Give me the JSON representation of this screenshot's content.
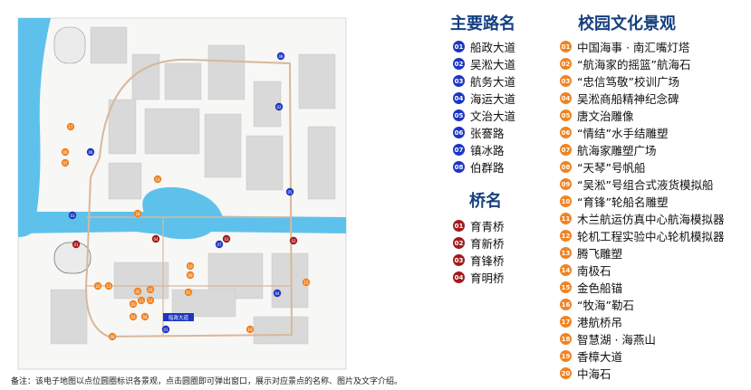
{
  "colors": {
    "water": "#5ec1ec",
    "road_circle": "#1c35c4",
    "bridge_circle": "#a01b1b",
    "spot_circle": "#f08323",
    "ring_road": "#d8b89a",
    "title_blue": "#17407f"
  },
  "roads": {
    "title": "主要路名",
    "items": [
      {
        "num": "01",
        "label": "船政大道"
      },
      {
        "num": "02",
        "label": "吴淞大道"
      },
      {
        "num": "03",
        "label": "航务大道"
      },
      {
        "num": "04",
        "label": "海运大道"
      },
      {
        "num": "05",
        "label": "文治大道"
      },
      {
        "num": "06",
        "label": "张謇路"
      },
      {
        "num": "07",
        "label": "镇冰路"
      },
      {
        "num": "08",
        "label": "伯群路"
      }
    ]
  },
  "bridges": {
    "title": "桥名",
    "items": [
      {
        "num": "01",
        "label": "育青桥"
      },
      {
        "num": "02",
        "label": "育新桥"
      },
      {
        "num": "03",
        "label": "育锋桥"
      },
      {
        "num": "04",
        "label": "育明桥"
      }
    ]
  },
  "landscapes": {
    "title": "校园文化景观",
    "items": [
      {
        "num": "01",
        "label": "中国海事 · 南汇嘴灯塔"
      },
      {
        "num": "02",
        "label": "“航海家的摇篮”航海石"
      },
      {
        "num": "03",
        "label": "“忠信笃敬”校训广场"
      },
      {
        "num": "04",
        "label": "吴淞商船精神纪念碑"
      },
      {
        "num": "05",
        "label": "唐文治雕像"
      },
      {
        "num": "06",
        "label": "“情结”水手结雕塑"
      },
      {
        "num": "07",
        "label": "航海家雕塑广场"
      },
      {
        "num": "08",
        "label": "“天琴”号帆船"
      },
      {
        "num": "09",
        "label": "“吴淞”号组合式液货模拟船"
      },
      {
        "num": "10",
        "label": "“育锋”轮船名雕塑"
      },
      {
        "num": "11",
        "label": "木兰航运仿真中心航海模拟器"
      },
      {
        "num": "12",
        "label": "轮机工程实验中心轮机模拟器"
      },
      {
        "num": "13",
        "label": "腾飞雕塑"
      },
      {
        "num": "14",
        "label": "南极石"
      },
      {
        "num": "15",
        "label": "金色船锚"
      },
      {
        "num": "16",
        "label": "“牧海”勒石"
      },
      {
        "num": "17",
        "label": "港航桥吊"
      },
      {
        "num": "18",
        "label": "智慧湖 · 海燕山"
      },
      {
        "num": "19",
        "label": "香樟大道"
      },
      {
        "num": "20",
        "label": "中海石"
      }
    ]
  },
  "map": {
    "road_label": "船政大道",
    "road_markers": [
      "01",
      "02",
      "03",
      "04",
      "05",
      "06",
      "07",
      "08"
    ],
    "bridge_markers": [
      "01",
      "02",
      "03",
      "04"
    ],
    "spot_markers": [
      "01",
      "02",
      "03",
      "04",
      "05",
      "06",
      "07",
      "08",
      "09",
      "10",
      "11",
      "12",
      "13",
      "14",
      "15",
      "16",
      "17",
      "18",
      "19",
      "20"
    ]
  },
  "note": "备注：该电子地图以点位圆圈标识各景观，点击圆圈即可弹出窗口，展示对应景点的名称、图片及文字介绍。"
}
